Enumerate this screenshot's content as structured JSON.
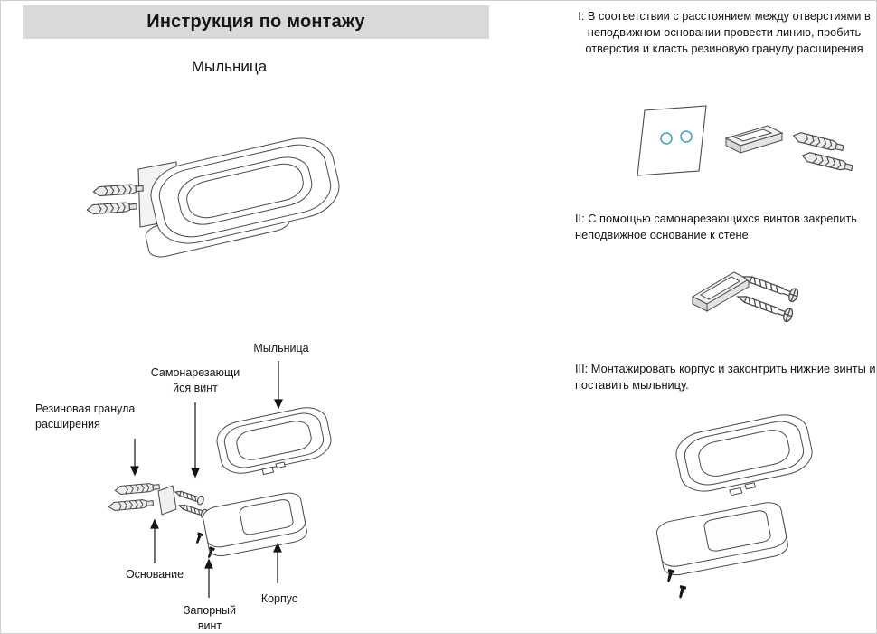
{
  "header": {
    "title": "Инструкция по монтажу"
  },
  "diagram": {
    "subtitle": "Мыльница",
    "labels": {
      "soap_dish": "Мыльница",
      "self_tapping_screw": "Самонарезающи\nйся винт",
      "rubber_granule": "Резиновая гранула\nрасширения",
      "base": "Основание",
      "locking_screw": "Запорный\nвинт",
      "body": "Корпус"
    }
  },
  "steps": [
    {
      "text": "I: В соответствии с расстоянием между отверстиями в неподвижном основании провести линию, пробить отверстия и класть резиновую гранулу расширения"
    },
    {
      "text": "II: С помощью самонарезающихся винтов закрепить неподвижное основание к стене."
    },
    {
      "text": "III: Монтажировать корпус и законтрить нижние винты и поставить мыльницу."
    }
  ],
  "colors": {
    "header_bg": "#d9d9d9",
    "line_art": "#4a4a4a",
    "hole_accent": "#35a2c2"
  }
}
